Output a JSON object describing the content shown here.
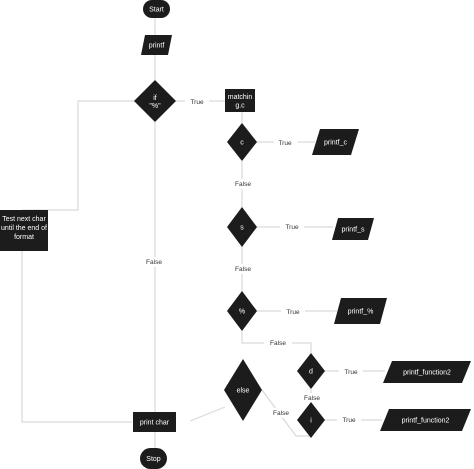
{
  "nodes": {
    "start": "Start",
    "printf": "printf",
    "if_pct_line1": "if",
    "if_pct_line2": "\"%\"",
    "matching_line1": "matchin",
    "matching_line2": "g.c",
    "dec_c": "c",
    "out_c": "printf_c",
    "dec_s": "s",
    "out_s": "printf_s",
    "dec_pct": "%",
    "out_pct": "printf_%",
    "dec_d": "d",
    "out_d": "printf_function2",
    "dec_i": "i",
    "out_i": "printf_function2",
    "dec_else": "else",
    "print_char": "print char",
    "stop": "Stop",
    "test_next_line1": "Test next char",
    "test_next_line2": "until the end of",
    "test_next_line3": "format"
  },
  "edge_labels": {
    "if_true": "True",
    "if_false": "False",
    "c_true": "True",
    "c_false": "False",
    "s_true": "True",
    "s_false": "False",
    "pct_true": "True",
    "pct_false": "False",
    "d_true": "True",
    "d_false": "False",
    "i_true": "True",
    "else_false": "False"
  },
  "colors": {
    "shape_fill": "#1c1c1c",
    "connector": "#d9d9d9",
    "label_text": "#333333"
  }
}
